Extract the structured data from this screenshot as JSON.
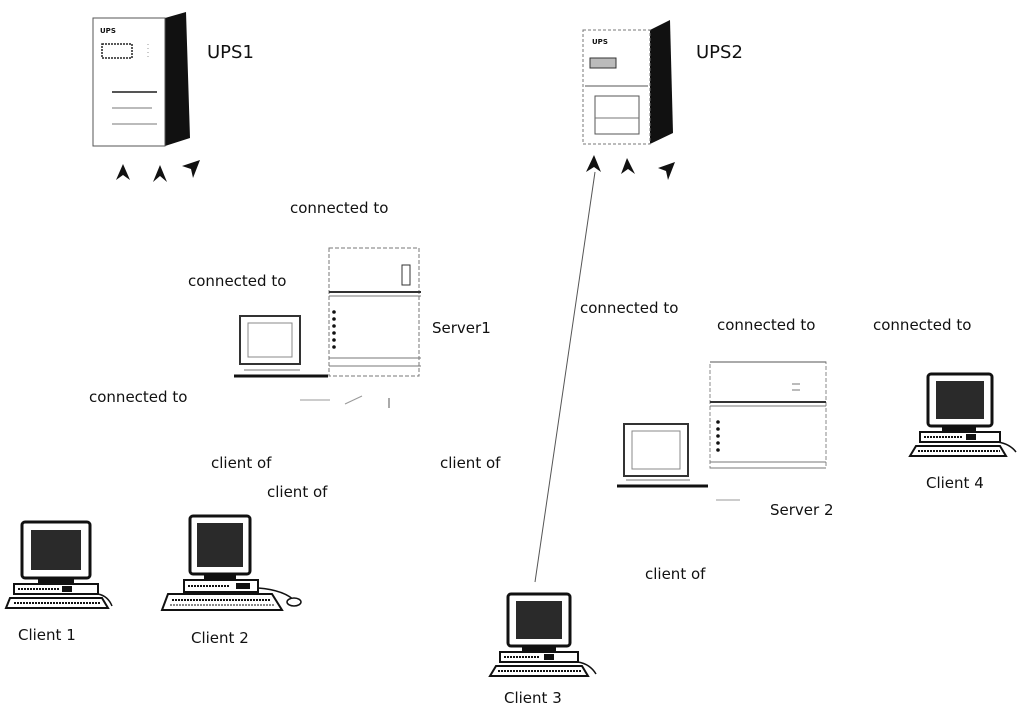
{
  "devices": {
    "ups1": {
      "label": "UPS1",
      "badge": "UPS",
      "icon": "ups-tower-icon"
    },
    "ups2": {
      "label": "UPS2",
      "badge": "UPS",
      "icon": "ups-tower-icon"
    },
    "server1": {
      "label": "Server1",
      "icon": "server-with-monitor-icon"
    },
    "server2": {
      "label": "Server 2",
      "icon": "server-with-monitor-icon"
    },
    "client1": {
      "label": "Client 1",
      "icon": "desktop-computer-icon"
    },
    "client2": {
      "label": "Client 2",
      "icon": "desktop-computer-icon"
    },
    "client3": {
      "label": "Client 3",
      "icon": "desktop-computer-icon"
    },
    "client4": {
      "label": "Client 4",
      "icon": "desktop-computer-icon"
    }
  },
  "relations": {
    "connected_to": "connected to",
    "client_of": "client of"
  },
  "colors": {
    "ink": "#111111",
    "line": "#555555",
    "screen": "#222222",
    "background": "#ffffff"
  }
}
